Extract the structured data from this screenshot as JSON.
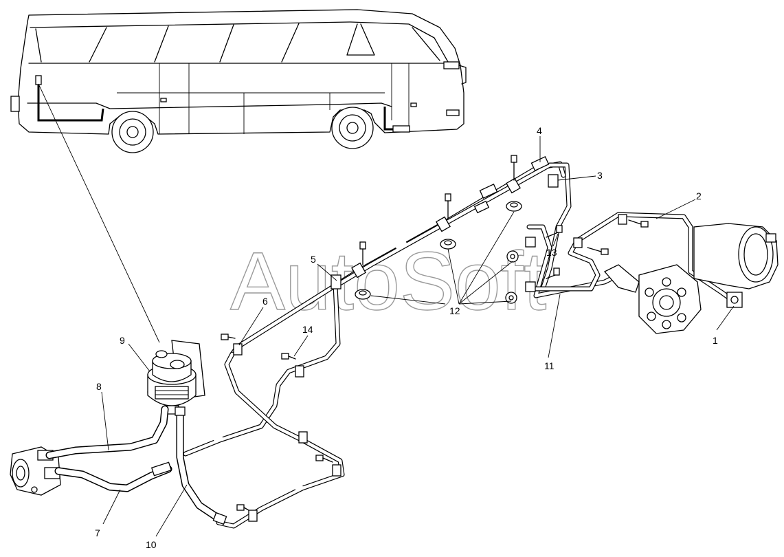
{
  "watermark": "AutoSoft",
  "callouts": [
    {
      "id": "1",
      "label": "1"
    },
    {
      "id": "2",
      "label": "2"
    },
    {
      "id": "3",
      "label": "3"
    },
    {
      "id": "4",
      "label": "4"
    },
    {
      "id": "5",
      "label": "5"
    },
    {
      "id": "6",
      "label": "6"
    },
    {
      "id": "7",
      "label": "7"
    },
    {
      "id": "8",
      "label": "8"
    },
    {
      "id": "9",
      "label": "9"
    },
    {
      "id": "10",
      "label": "10"
    },
    {
      "id": "11",
      "label": "11"
    },
    {
      "id": "12",
      "label": "12"
    },
    {
      "id": "13",
      "label": "13"
    },
    {
      "id": "14",
      "label": "14"
    }
  ],
  "colors": {
    "ink": "#000000",
    "background": "#ffffff",
    "watermark": "#9a9a9a"
  }
}
